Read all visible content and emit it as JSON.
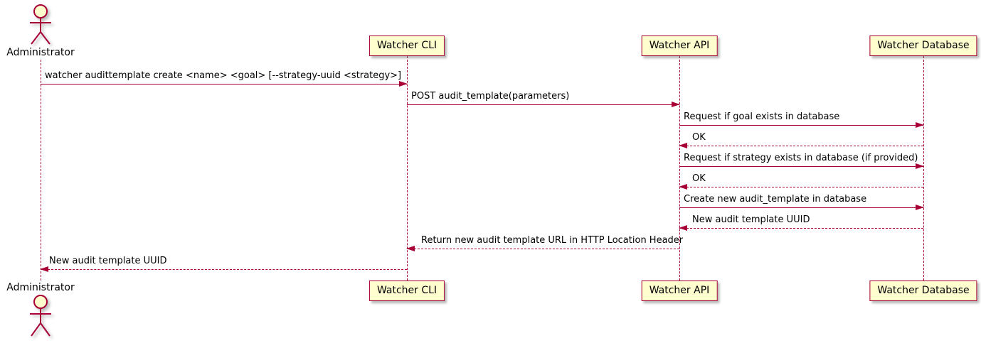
{
  "participants": [
    {
      "id": "administrator",
      "kind": "actor",
      "label": "Administrator"
    },
    {
      "id": "watcher-cli",
      "kind": "participant",
      "label": "Watcher CLI"
    },
    {
      "id": "watcher-api",
      "kind": "participant",
      "label": "Watcher API"
    },
    {
      "id": "watcher-database",
      "kind": "participant",
      "label": "Watcher Database"
    }
  ],
  "messages": [
    {
      "from": "Administrator",
      "to": "Watcher CLI",
      "line": "solid",
      "direction": "right",
      "label": "watcher audittemplate create <name> <goal> [--strategy-uuid <strategy>]"
    },
    {
      "from": "Watcher CLI",
      "to": "Watcher API",
      "line": "solid",
      "direction": "right",
      "label": "POST audit_template(parameters)"
    },
    {
      "from": "Watcher API",
      "to": "Watcher Database",
      "line": "solid",
      "direction": "right",
      "label": "Request if goal exists in database"
    },
    {
      "from": "Watcher Database",
      "to": "Watcher API",
      "line": "dashed",
      "direction": "left",
      "label": "OK"
    },
    {
      "from": "Watcher API",
      "to": "Watcher Database",
      "line": "solid",
      "direction": "right",
      "label": "Request if strategy exists in database (if provided)"
    },
    {
      "from": "Watcher Database",
      "to": "Watcher API",
      "line": "dashed",
      "direction": "left",
      "label": "OK"
    },
    {
      "from": "Watcher API",
      "to": "Watcher Database",
      "line": "solid",
      "direction": "right",
      "label": "Create new audit_template in database"
    },
    {
      "from": "Watcher Database",
      "to": "Watcher API",
      "line": "dashed",
      "direction": "left",
      "label": "New audit template UUID"
    },
    {
      "from": "Watcher API",
      "to": "Watcher CLI",
      "line": "dashed",
      "direction": "left",
      "label": "Return new audit template URL in HTTP Location Header"
    },
    {
      "from": "Watcher CLI",
      "to": "Administrator",
      "line": "dashed",
      "direction": "left",
      "label": "New audit template UUID"
    }
  ],
  "colors": {
    "participant_fill": "#FEFECE",
    "border": "#A80036",
    "arrow": "#A80036",
    "lifeline": "#A80036",
    "text": "#000000",
    "background": "#FFFFFF"
  }
}
